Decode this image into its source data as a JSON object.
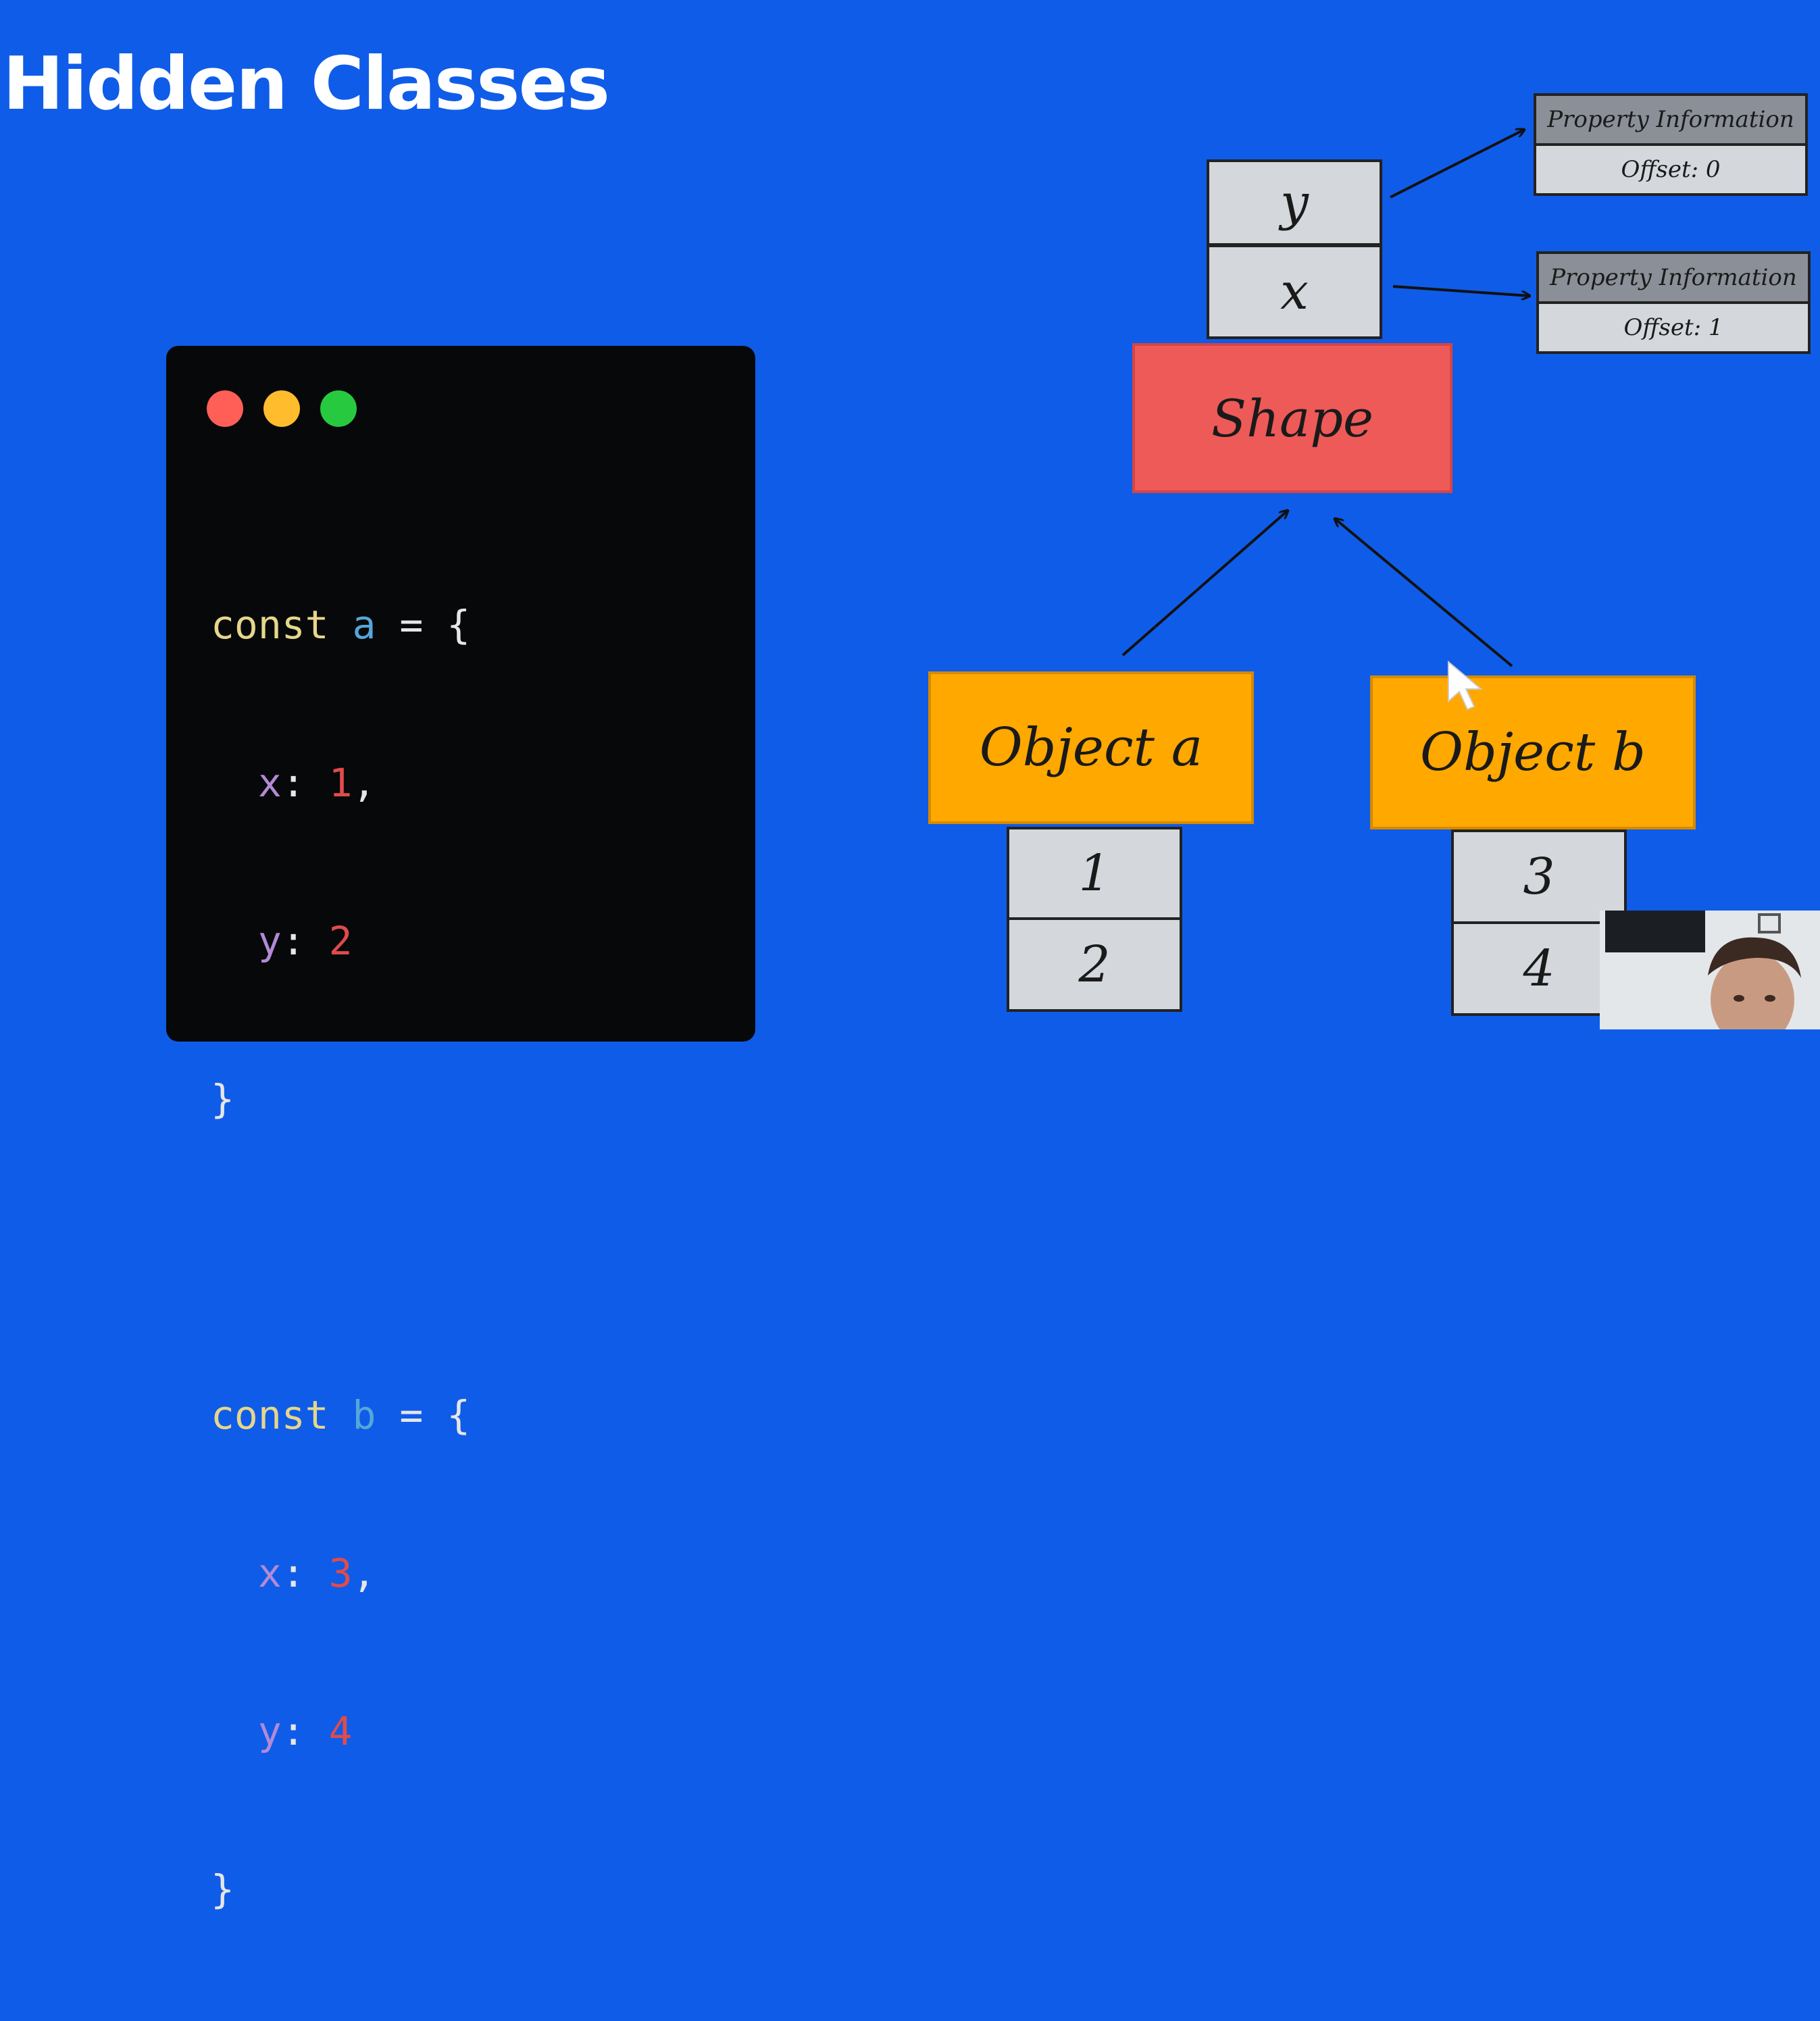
{
  "title": "Hidden Classes",
  "code": {
    "keyword": "const",
    "objects": [
      {
        "name": "a",
        "props": [
          {
            "key": "x",
            "value": "1"
          },
          {
            "key": "y",
            "value": "2"
          }
        ]
      },
      {
        "name": "b",
        "props": [
          {
            "key": "x",
            "value": "3"
          },
          {
            "key": "y",
            "value": "4"
          }
        ]
      }
    ]
  },
  "diagram": {
    "shape_label": "Shape",
    "shape_props": [
      "y",
      "x"
    ],
    "property_info": [
      {
        "header": "Property Information",
        "body": "Offset: 0"
      },
      {
        "header": "Property Information",
        "body": "Offset: 1"
      }
    ],
    "objects": [
      {
        "label": "Object a",
        "values": [
          "1",
          "2"
        ]
      },
      {
        "label": "Object b",
        "values": [
          "3",
          "4"
        ]
      }
    ]
  },
  "colors": {
    "background": "#0f5ce8",
    "shape": "#ed5a58",
    "object": "#ffa800",
    "cell": "#d4d7dc",
    "property_header": "#8b8f97"
  }
}
